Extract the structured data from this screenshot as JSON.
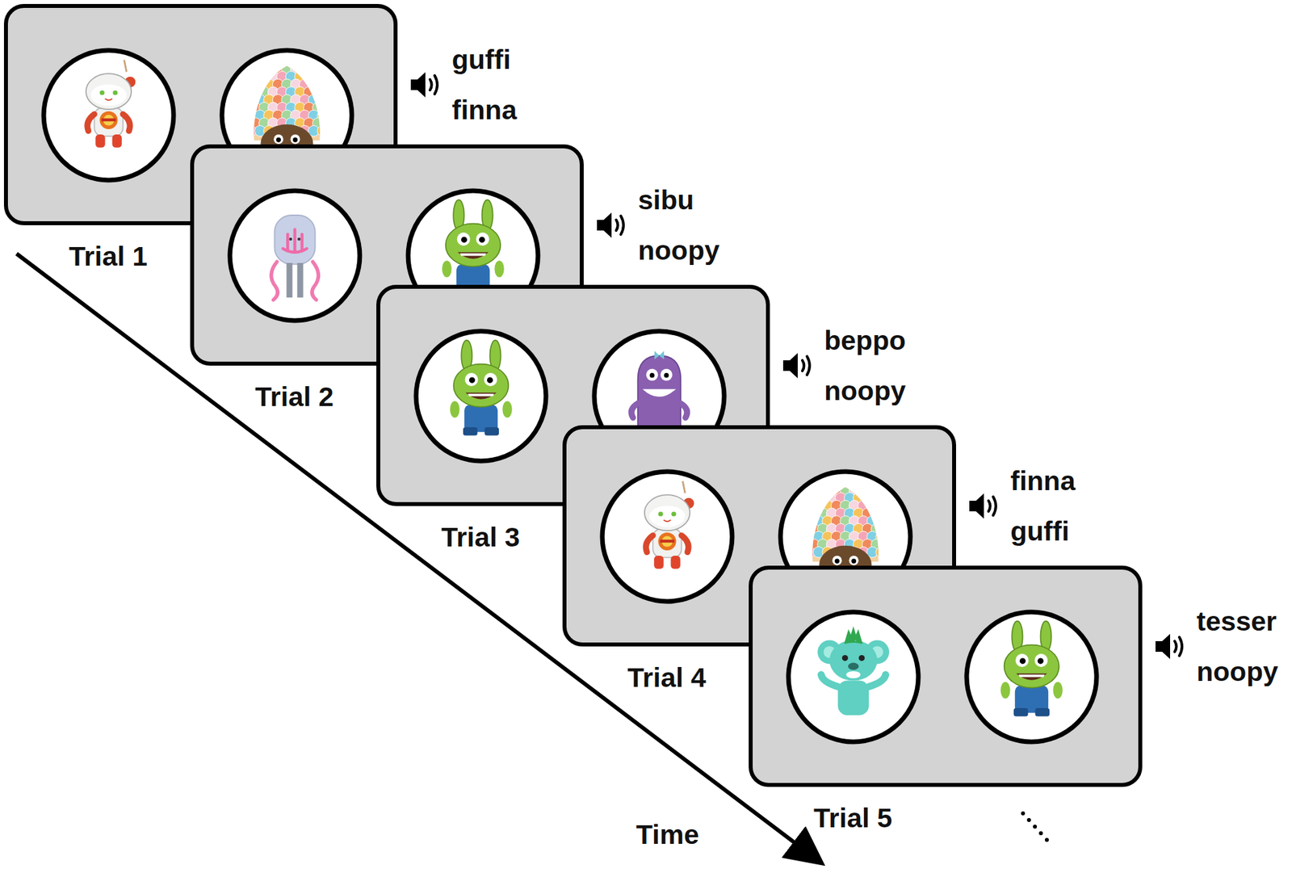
{
  "diagram": {
    "nodes": [
      {
        "text": [
          "Trial 1"
        ]
      },
      {
        "text": [
          "Trial 2"
        ]
      },
      {
        "text": [
          "Trial 3"
        ]
      },
      {
        "text": [
          "Trial 4"
        ]
      },
      {
        "text": [
          "Trial 5"
        ]
      }
    ],
    "labels": [
      "guffi",
      "finna",
      "sibu",
      "noopy",
      "beppo",
      "noopy",
      "finna",
      "guffi",
      "tesser",
      "noopy",
      "Time"
    ]
  }
}
